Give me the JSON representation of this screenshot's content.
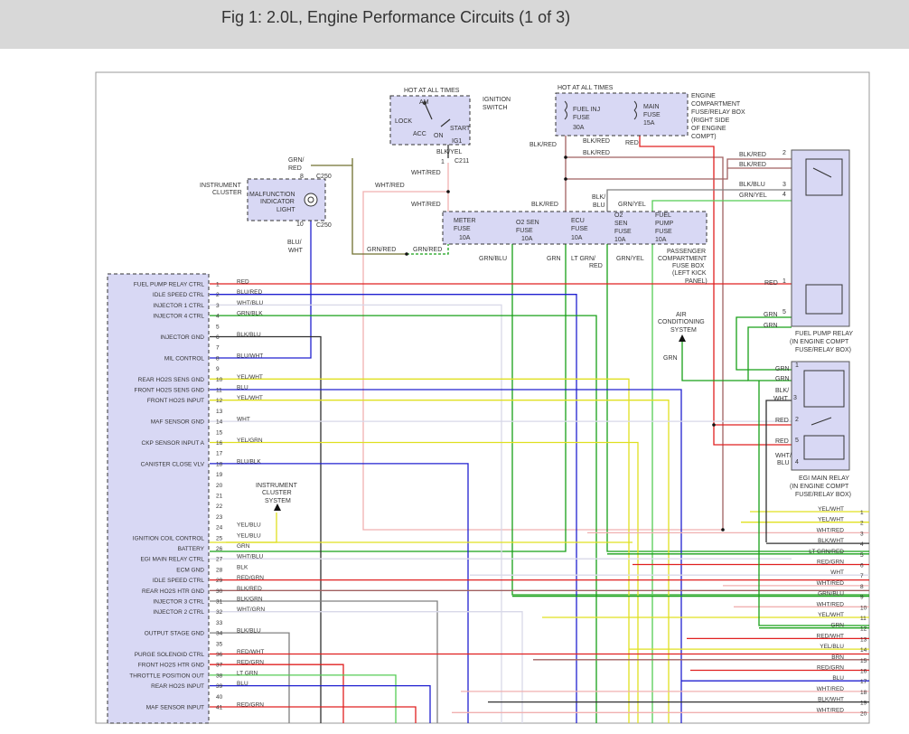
{
  "figure": {
    "title": "Fig 1: 2.0L, Engine Performance Circuits (1 of 3)"
  },
  "colors": {
    "red": "#e02020",
    "blue": "#2020d0",
    "white": "#d8d8e8",
    "green": "#18a018",
    "lgreen": "#55cc55",
    "black": "#303030",
    "yellow": "#e0e020",
    "pink": "#f0b0b0",
    "brown": "#a06060",
    "gray": "#808080",
    "module_fill": "#d8d8f4"
  },
  "labels": [
    {
      "id": "hot-ign",
      "t": "HOT AT ALL TIMES"
    },
    {
      "id": "ign-switch",
      "t": "IGNITION"
    },
    {
      "id": "ign-switch2",
      "t": "SWITCH"
    },
    {
      "id": "am",
      "t": "AM"
    },
    {
      "id": "lock",
      "t": "LOCK"
    },
    {
      "id": "acc",
      "t": "ACC"
    },
    {
      "id": "on",
      "t": "ON"
    },
    {
      "id": "start",
      "t": "START"
    },
    {
      "id": "ig1",
      "t": "IG1"
    },
    {
      "id": "hot-fuse",
      "t": "HOT AT ALL TIMES"
    },
    {
      "id": "fuel-inj",
      "t": "FUEL INJ"
    },
    {
      "id": "fuel-inj-fuse",
      "t": "FUSE"
    },
    {
      "id": "fuel-inj-amp",
      "t": "30A"
    },
    {
      "id": "main",
      "t": "MAIN"
    },
    {
      "id": "main-fuse",
      "t": "FUSE"
    },
    {
      "id": "main-amp",
      "t": "15A"
    },
    {
      "id": "ecfb1",
      "t": "ENGINE"
    },
    {
      "id": "ecfb2",
      "t": "COMPARTMENT"
    },
    {
      "id": "ecfb3",
      "t": "FUSE/RELAY BOX"
    },
    {
      "id": "ecfb4",
      "t": "(RIGHT SIDE"
    },
    {
      "id": "ecfb5",
      "t": "OF ENGINE"
    },
    {
      "id": "ecfb6",
      "t": "COMPT)"
    },
    {
      "id": "blk-red-a",
      "t": "BLK/RED"
    },
    {
      "id": "blk-red-b",
      "t": "BLK/RED"
    },
    {
      "id": "red-a",
      "t": "RED"
    },
    {
      "id": "blk-red-c",
      "t": "BLK/RED"
    },
    {
      "id": "blk-yel",
      "t": "BLK/YEL"
    },
    {
      "id": "c211-pin",
      "t": "1"
    },
    {
      "id": "c211",
      "t": "C211"
    },
    {
      "id": "wht-red-a",
      "t": "WHT/RED"
    },
    {
      "id": "wht-red-b",
      "t": "WHT/RED"
    },
    {
      "id": "wht-red-c",
      "t": "WHT/RED"
    },
    {
      "id": "grn-red-top",
      "t": "GRN/"
    },
    {
      "id": "grn-red-top2",
      "t": "RED"
    },
    {
      "id": "c250-pin8",
      "t": "8"
    },
    {
      "id": "c250-a",
      "t": "C250"
    },
    {
      "id": "c250-pin10",
      "t": "10"
    },
    {
      "id": "c250-b",
      "t": "C250"
    },
    {
      "id": "ic1",
      "t": "INSTRUMENT"
    },
    {
      "id": "ic2",
      "t": "CLUSTER"
    },
    {
      "id": "mil1",
      "t": "MALFUNCTION"
    },
    {
      "id": "mil2",
      "t": "INDICATOR"
    },
    {
      "id": "mil3",
      "t": "LIGHT"
    },
    {
      "id": "blu-wht-v",
      "t": "BLU/"
    },
    {
      "id": "blu-wht-v2",
      "t": "WHT"
    },
    {
      "id": "grn-red-1",
      "t": "GRN/RED"
    },
    {
      "id": "grn-red-2",
      "t": "GRN/RED"
    },
    {
      "id": "blk-red-d",
      "t": "BLK/RED"
    },
    {
      "id": "blk-blu-v",
      "t": "BLK/"
    },
    {
      "id": "blk-blu-v2",
      "t": "BLU"
    },
    {
      "id": "grn-yel-top",
      "t": "GRN/YEL"
    },
    {
      "id": "meter",
      "t": "METER"
    },
    {
      "id": "meter-f",
      "t": "FUSE"
    },
    {
      "id": "meter-a",
      "t": "10A"
    },
    {
      "id": "o2a",
      "t": "O2 SEN"
    },
    {
      "id": "o2a-f",
      "t": "FUSE"
    },
    {
      "id": "o2a-a",
      "t": "10A"
    },
    {
      "id": "ecu",
      "t": "ECU"
    },
    {
      "id": "ecu-f",
      "t": "FUSE"
    },
    {
      "id": "ecu-a",
      "t": "10A"
    },
    {
      "id": "o2b",
      "t": "O2"
    },
    {
      "id": "o2b-2",
      "t": "SEN"
    },
    {
      "id": "o2b-f",
      "t": "FUSE"
    },
    {
      "id": "o2b-a",
      "t": "10A"
    },
    {
      "id": "fp",
      "t": "FUEL"
    },
    {
      "id": "fp-2",
      "t": "PUMP"
    },
    {
      "id": "fp-f",
      "t": "FUSE"
    },
    {
      "id": "fp-a",
      "t": "10A"
    },
    {
      "id": "grn-blu-b",
      "t": "GRN/BLU"
    },
    {
      "id": "grn-b",
      "t": "GRN"
    },
    {
      "id": "ltgrn-red",
      "t": "LT GRN/"
    },
    {
      "id": "ltgrn-red2",
      "t": "RED"
    },
    {
      "id": "grn-yel-b",
      "t": "GRN/YEL"
    },
    {
      "id": "pcfb1",
      "t": "PASSENGER"
    },
    {
      "id": "pcfb2",
      "t": "COMPARTMENT"
    },
    {
      "id": "pcfb3",
      "t": "FUSE BOX"
    },
    {
      "id": "pcfb4",
      "t": "(LEFT KICK"
    },
    {
      "id": "pcfb5",
      "t": "PANEL)"
    },
    {
      "id": "fpr-blkred1",
      "t": "BLK/RED"
    },
    {
      "id": "fpr-blkred2",
      "t": "BLK/RED"
    },
    {
      "id": "fpr-blkblu",
      "t": "BLK/BLU"
    },
    {
      "id": "fpr-grnyel",
      "t": "GRN/YEL"
    },
    {
      "id": "fpr-p2",
      "t": "2"
    },
    {
      "id": "fpr-p3",
      "t": "3"
    },
    {
      "id": "fpr-p4",
      "t": "4"
    },
    {
      "id": "fpr-red",
      "t": "RED"
    },
    {
      "id": "fpr-p1",
      "t": "1"
    },
    {
      "id": "fpr-grn1",
      "t": "GRN"
    },
    {
      "id": "fpr-grn2",
      "t": "GRN"
    },
    {
      "id": "fpr-p5",
      "t": "5"
    },
    {
      "id": "fpr1",
      "t": "FUEL PUMP RELAY"
    },
    {
      "id": "fpr2",
      "t": "(IN ENGINE COMPT"
    },
    {
      "id": "fpr3",
      "t": "FUSE/RELAY BOX)"
    },
    {
      "id": "ac1",
      "t": "AIR"
    },
    {
      "id": "ac2",
      "t": "CONDITIONING"
    },
    {
      "id": "ac3",
      "t": "SYSTEM"
    },
    {
      "id": "ac-grn",
      "t": "GRN"
    },
    {
      "id": "egi-grn1",
      "t": "GRN"
    },
    {
      "id": "egi-grn2",
      "t": "GRN"
    },
    {
      "id": "egi-p1",
      "t": "1"
    },
    {
      "id": "egi-blkwht",
      "t": "BLK/"
    },
    {
      "id": "egi-blkwht2",
      "t": "WHT"
    },
    {
      "id": "egi-p3",
      "t": "3"
    },
    {
      "id": "egi-red1",
      "t": "RED"
    },
    {
      "id": "egi-p2",
      "t": "2"
    },
    {
      "id": "egi-red2",
      "t": "RED"
    },
    {
      "id": "egi-p5",
      "t": "5"
    },
    {
      "id": "egi-whtblu",
      "t": "WHT/"
    },
    {
      "id": "egi-whtblu2",
      "t": "BLU"
    },
    {
      "id": "egi-p4",
      "t": "4"
    },
    {
      "id": "egi1",
      "t": "EGI MAIN RELAY"
    },
    {
      "id": "egi2",
      "t": "(IN ENGINE COMPT"
    },
    {
      "id": "egi3",
      "t": "FUSE/RELAY BOX)"
    },
    {
      "id": "icb1",
      "t": "INSTRUMENT"
    },
    {
      "id": "icb2",
      "t": "CLUSTER"
    },
    {
      "id": "icb3",
      "t": "SYSTEM"
    }
  ],
  "ecu_pins": [
    {
      "pin": "1",
      "label": "FUEL PUMP RELAY CTRL",
      "wire": "RED"
    },
    {
      "pin": "2",
      "label": "IDLE SPEED CTRL",
      "wire": "BLU/RED"
    },
    {
      "pin": "3",
      "label": "INJECTOR 1 CTRL",
      "wire": "WHT/BLU"
    },
    {
      "pin": "4",
      "label": "INJECTOR 4 CTRL",
      "wire": "GRN/BLK"
    },
    {
      "pin": "5",
      "label": "",
      "wire": ""
    },
    {
      "pin": "6",
      "label": "INJECTOR GND",
      "wire": "BLK/BLU"
    },
    {
      "pin": "7",
      "label": "",
      "wire": ""
    },
    {
      "pin": "8",
      "label": "MIL CONTROL",
      "wire": "BLU/WHT"
    },
    {
      "pin": "9",
      "label": "",
      "wire": ""
    },
    {
      "pin": "10",
      "label": "REAR HO2S SENS GND",
      "wire": "YEL/WHT"
    },
    {
      "pin": "11",
      "label": "FRONT HO2S SENS GND",
      "wire": "BLU"
    },
    {
      "pin": "12",
      "label": "FRONT HO2S INPUT",
      "wire": "YEL/WHT"
    },
    {
      "pin": "13",
      "label": "",
      "wire": ""
    },
    {
      "pin": "14",
      "label": "MAF SENSOR GND",
      "wire": "WHT"
    },
    {
      "pin": "15",
      "label": "",
      "wire": ""
    },
    {
      "pin": "16",
      "label": "CKP SENSOR INPUT A",
      "wire": "YEL/GRN"
    },
    {
      "pin": "17",
      "label": "",
      "wire": ""
    },
    {
      "pin": "18",
      "label": "CANISTER CLOSE VLV",
      "wire": "BLU/BLK"
    },
    {
      "pin": "19",
      "label": "",
      "wire": ""
    },
    {
      "pin": "20",
      "label": "",
      "wire": ""
    },
    {
      "pin": "21",
      "label": "",
      "wire": ""
    },
    {
      "pin": "22",
      "label": "",
      "wire": ""
    },
    {
      "pin": "23",
      "label": "",
      "wire": ""
    },
    {
      "pin": "24",
      "label": "",
      "wire": "YEL/BLU"
    },
    {
      "pin": "25",
      "label": "IGNITION COIL CONTROL",
      "wire": "YEL/BLU"
    },
    {
      "pin": "26",
      "label": "BATTERY",
      "wire": "GRN"
    },
    {
      "pin": "27",
      "label": "EGI MAIN RELAY CTRL",
      "wire": "WHT/BLU"
    },
    {
      "pin": "28",
      "label": "ECM GND",
      "wire": "BLK"
    },
    {
      "pin": "29",
      "label": "IDLE SPEED CTRL",
      "wire": "RED/GRN"
    },
    {
      "pin": "30",
      "label": "REAR HO2S HTR GND",
      "wire": "BLK/RED"
    },
    {
      "pin": "31",
      "label": "INJECTOR 3 CTRL",
      "wire": "BLK/GRN"
    },
    {
      "pin": "32",
      "label": "INJECTOR 2 CTRL",
      "wire": "WHT/GRN"
    },
    {
      "pin": "33",
      "label": "",
      "wire": ""
    },
    {
      "pin": "34",
      "label": "OUTPUT STAGE GND",
      "wire": "BLK/BLU"
    },
    {
      "pin": "35",
      "label": "",
      "wire": ""
    },
    {
      "pin": "36",
      "label": "PURGE SOLENOID CTRL",
      "wire": "RED/WHT"
    },
    {
      "pin": "37",
      "label": "FRONT HO2S HTR GND",
      "wire": "RED/GRN"
    },
    {
      "pin": "38",
      "label": "THROTTLE POSITION OUT",
      "wire": "LT GRN"
    },
    {
      "pin": "39",
      "label": "REAR HO2S INPUT",
      "wire": "BLU"
    },
    {
      "pin": "40",
      "label": "",
      "wire": ""
    },
    {
      "pin": "41",
      "label": "MAF SENSOR INPUT",
      "wire": "RED/GRN"
    }
  ],
  "right_connector": [
    {
      "pin": "1",
      "wire": "YEL/WHT"
    },
    {
      "pin": "2",
      "wire": "YEL/WHT"
    },
    {
      "pin": "3",
      "wire": "WHT/RED"
    },
    {
      "pin": "4",
      "wire": "BLK/WHT"
    },
    {
      "pin": "5",
      "wire": "LT GRN/RED"
    },
    {
      "pin": "6",
      "wire": "RED/GRN"
    },
    {
      "pin": "7",
      "wire": "WHT"
    },
    {
      "pin": "8",
      "wire": "WHT/RED"
    },
    {
      "pin": "9",
      "wire": "GRN/BLU"
    },
    {
      "pin": "10",
      "wire": "WHT/RED"
    },
    {
      "pin": "11",
      "wire": "YEL/WHT"
    },
    {
      "pin": "12",
      "wire": "GRN"
    },
    {
      "pin": "13",
      "wire": "RED/WHT"
    },
    {
      "pin": "14",
      "wire": "YEL/BLU"
    },
    {
      "pin": "15",
      "wire": "BRN"
    },
    {
      "pin": "16",
      "wire": "RED/GRN"
    },
    {
      "pin": "17",
      "wire": "BLU"
    },
    {
      "pin": "18",
      "wire": "WHT/RED"
    },
    {
      "pin": "19",
      "wire": "BLK/WHT"
    },
    {
      "pin": "20",
      "wire": "WHT/RED"
    }
  ]
}
